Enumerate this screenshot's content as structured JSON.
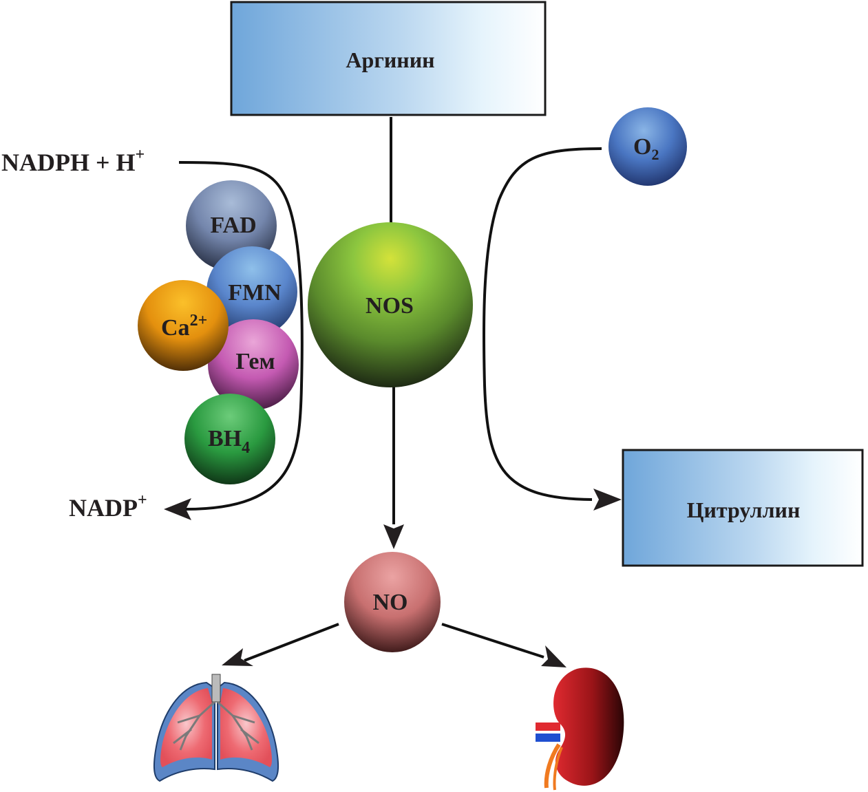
{
  "diagram": {
    "title": "NO synthesis pathway",
    "substrate_box": {
      "label": "Аргинин"
    },
    "product_box": {
      "label": "Цитруллин"
    },
    "enzyme": {
      "label": "NOS",
      "color": "#8cc63f"
    },
    "oxygen": {
      "label": "O",
      "subscript": "2",
      "color": "#4a76c2"
    },
    "nitric_oxide": {
      "label": "NO",
      "color": "#d47a7a"
    },
    "cofactor_in": {
      "label": "NADPH + H",
      "superscript": "+"
    },
    "cofactor_out": {
      "label": "NADP",
      "superscript": "+"
    },
    "cofactors": [
      {
        "label": "FAD",
        "color": "#7d8fb5"
      },
      {
        "label": "FMN",
        "color": "#5b8fd2"
      },
      {
        "label": "Ca",
        "superscript": "2+",
        "color": "#f0a020"
      },
      {
        "label": "Гем",
        "color": "#cc60b8"
      },
      {
        "label": "BH",
        "subscript": "4",
        "color": "#3aaa4a"
      }
    ],
    "targets": [
      {
        "name": "lungs"
      },
      {
        "name": "kidney"
      }
    ],
    "box_gradient": [
      "#6fa6da",
      "#ffffff"
    ]
  }
}
